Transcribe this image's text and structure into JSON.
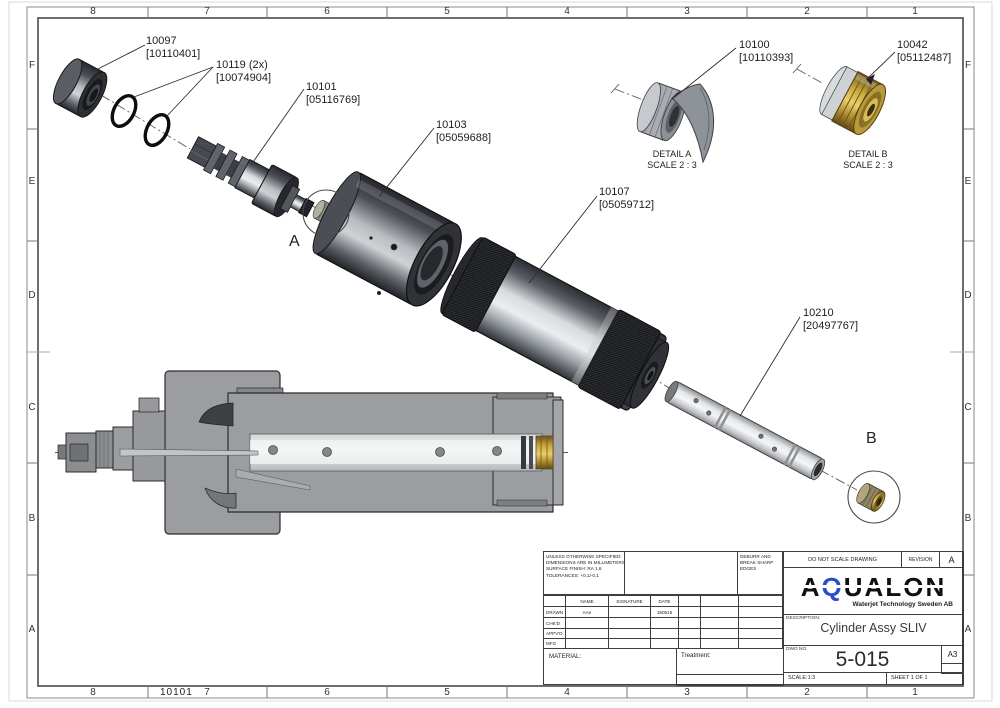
{
  "grid": {
    "cols": [
      "8",
      "7",
      "6",
      "5",
      "4",
      "3",
      "2",
      "1"
    ],
    "rows": [
      "F",
      "E",
      "D",
      "C",
      "B",
      "A"
    ]
  },
  "watermark": "10101",
  "labels": {
    "p10097": {
      "line1": "10097",
      "line2": "[10110401]"
    },
    "p10119": {
      "line1": "10119 (2x)",
      "line2": "[10074904]"
    },
    "p10101": {
      "line1": "10101",
      "line2": "[05116769]"
    },
    "p10103": {
      "line1": "10103",
      "line2": "[05059688]"
    },
    "p10100": {
      "line1": "10100",
      "line2": "[10110393]"
    },
    "p10042": {
      "line1": "10042",
      "line2": "[05112487]"
    },
    "p10107": {
      "line1": "10107",
      "line2": "[05059712]"
    },
    "p10210": {
      "line1": "10210",
      "line2": "[20497767]"
    }
  },
  "details": {
    "a": {
      "title": "DETAIL A",
      "scale": "SCALE 2 : 3",
      "marker": "A"
    },
    "b": {
      "title": "DETAIL B",
      "scale": "SCALE 2 : 3",
      "marker": "B"
    }
  },
  "titleblock": {
    "tolerance_lines": [
      "UNLESS OTHERWISE SPECIFIED:",
      "DIMENSIONS ARE IN MILLIMETERS",
      "SURFACE FINISH: RA 1.6",
      "TOLERANCES: +0,1/-0,1"
    ],
    "deburr_note": "DEBURR AND BREAK SHARP EDGES",
    "do_not_scale": "DO NOT SCALE DRAWING",
    "revision_label": "REVISION",
    "revision_value": "A",
    "logo": {
      "part1": "A",
      "part2": "Q",
      "part3": "UALON",
      "tagline": "Waterjet Technology Sweden AB"
    },
    "table": {
      "headers": [
        "NAME",
        "SIGNATURE",
        "DATE"
      ],
      "rows": [
        {
          "label": "DRAWN",
          "name": "AAn",
          "date": "190515"
        },
        {
          "label": "CHK'D",
          "name": "",
          "date": ""
        },
        {
          "label": "APPV'D",
          "name": "",
          "date": ""
        },
        {
          "label": "MFG",
          "name": "",
          "date": ""
        }
      ]
    },
    "material_label": "MATERIAL:",
    "treatment_label": "Treatment:",
    "description_label": "DESCRIPTION:",
    "description_value": "Cylinder Assy SLIV",
    "dwg_no_label": "DWG NO.",
    "dwg_no_value": "5-015",
    "paper_size": "A3",
    "scale_text": "SCALE:1:3",
    "sheet_text": "SHEET 1 OF 1"
  },
  "colors": {
    "logo_blue": "#2b4ec8",
    "brass": "#b8962e",
    "steel_dark": "#2e3136",
    "steel_light": "#d9dbdd",
    "section_gray": "#9b9da0"
  }
}
